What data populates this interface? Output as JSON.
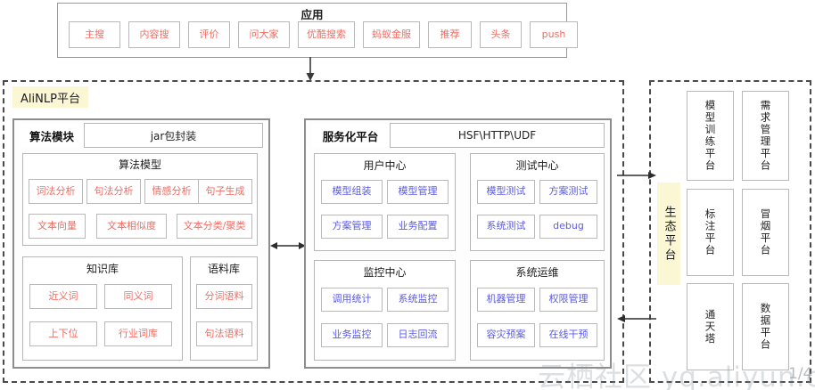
{
  "colors": {
    "red_text": "#ef6d64",
    "blue_text": "#5b5be0",
    "highlight_bg": "#fbf6d4",
    "box_border": "#b9b9b9",
    "dashed_border": "#4a4a4a"
  },
  "application_layer": {
    "title": "应用",
    "items": [
      {
        "label": "主搜"
      },
      {
        "label": "内容搜"
      },
      {
        "label": "评价"
      },
      {
        "label": "问大家"
      },
      {
        "label": "优酷搜索"
      },
      {
        "label": "蚂蚁金服"
      },
      {
        "label": "推荐"
      },
      {
        "label": "头条"
      },
      {
        "label": "push"
      }
    ]
  },
  "alinlp_platform": {
    "title": "AliNLP平台",
    "algorithm_module": {
      "tab_label": "算法模块",
      "tab_value": "jar包封装",
      "algorithm_model": {
        "title": "算法模型",
        "row1": [
          {
            "label": "词法分析"
          },
          {
            "label": "句法分析"
          },
          {
            "label": "情感分析"
          },
          {
            "label": "句子生成"
          }
        ],
        "row2": [
          {
            "label": "文本向量"
          },
          {
            "label": "文本相似度"
          },
          {
            "label": "文本分类/聚类"
          }
        ]
      },
      "knowledge_base": {
        "title": "知识库",
        "items": [
          {
            "label": "近义词"
          },
          {
            "label": "同义词"
          },
          {
            "label": "上下位"
          },
          {
            "label": "行业词库"
          }
        ]
      },
      "corpus_base": {
        "title": "语料库",
        "items": [
          {
            "label": "分词语料"
          },
          {
            "label": "句法语料"
          }
        ]
      }
    },
    "service_platform": {
      "tab_label": "服务化平台",
      "tab_value": "HSF\\HTTP\\UDF",
      "user_center": {
        "title": "用户中心",
        "items": [
          {
            "label": "模型组装"
          },
          {
            "label": "模型管理"
          },
          {
            "label": "方案管理"
          },
          {
            "label": "业务配置"
          }
        ]
      },
      "test_center": {
        "title": "测试中心",
        "items": [
          {
            "label": "模型测试"
          },
          {
            "label": "方案测试"
          },
          {
            "label": "系统测试"
          },
          {
            "label": "debug"
          }
        ]
      },
      "monitor_center": {
        "title": "监控中心",
        "items": [
          {
            "label": "调用统计"
          },
          {
            "label": "系统监控"
          },
          {
            "label": "业务监控"
          },
          {
            "label": "日志回流"
          }
        ]
      },
      "system_ops": {
        "title": "系统运维",
        "items": [
          {
            "label": "机器管理"
          },
          {
            "label": "权限管理"
          },
          {
            "label": "容灾预案"
          },
          {
            "label": "在线干预"
          }
        ]
      }
    }
  },
  "ecosystem_platform": {
    "side_label": "生态平台",
    "items": [
      {
        "label": "模型训练平台"
      },
      {
        "label": "需求管理平台"
      },
      {
        "label": "标注平台"
      },
      {
        "label": "冒烟平台"
      },
      {
        "label": "通天塔"
      },
      {
        "label": "数据平台"
      }
    ]
  },
  "watermark": {
    "text": "云栖社区 yq.aliyun.com",
    "page": "1/4"
  }
}
